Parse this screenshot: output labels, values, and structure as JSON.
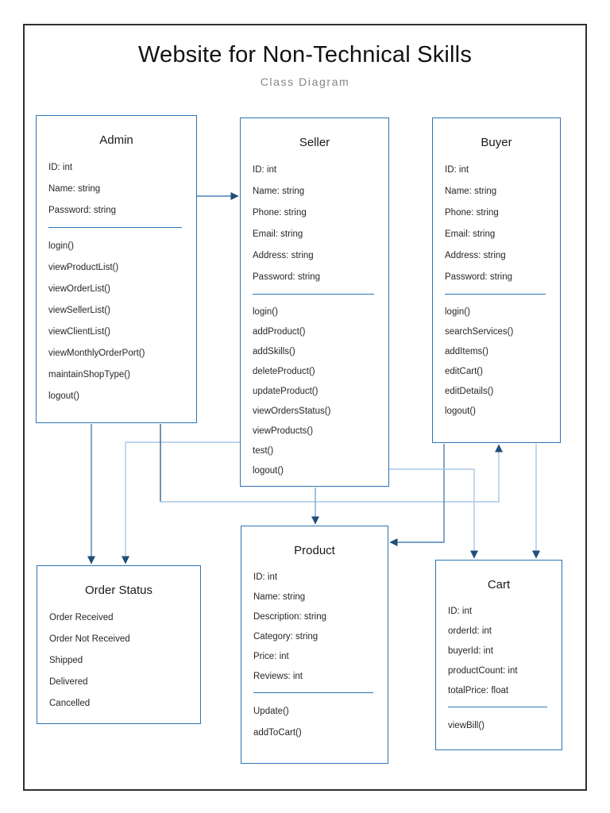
{
  "page": {
    "title": "Website for Non-Technical Skills",
    "subtitle": "Class Diagram"
  },
  "classes": {
    "admin": {
      "title": "Admin",
      "attributes": [
        "ID: int",
        "Name: string",
        "Password: string"
      ],
      "methods": [
        "login()",
        "viewProductList()",
        "viewOrderList()",
        "viewSellerList()",
        "viewClientList()",
        "viewMonthlyOrderPort()",
        "maintainShopType()",
        "logout()"
      ]
    },
    "seller": {
      "title": "Seller",
      "attributes": [
        "ID: int",
        "Name: string",
        "Phone: string",
        "Email: string",
        "Address: string",
        "Password: string"
      ],
      "methods": [
        "login()",
        "addProduct()",
        "addSkills()",
        "deleteProduct()",
        "updateProduct()",
        "viewOrdersStatus()",
        "viewProducts()",
        "test()",
        "logout()"
      ]
    },
    "buyer": {
      "title": "Buyer",
      "attributes": [
        "ID: int",
        "Name: string",
        "Phone: string",
        "Email: string",
        "Address: string",
        "Password: string"
      ],
      "methods": [
        "login()",
        "searchServices()",
        "addItems()",
        "editCart()",
        "editDetails()",
        "logout()"
      ]
    },
    "order_status": {
      "title": "Order Status",
      "values": [
        "Order Received",
        "Order Not Received",
        "Shipped",
        "Delivered",
        "Cancelled"
      ]
    },
    "product": {
      "title": "Product",
      "attributes": [
        "ID: int",
        "Name: string",
        "Description: string",
        "Category: string",
        "Price: int",
        "Reviews: int"
      ],
      "methods": [
        "Update()",
        "addToCart()"
      ]
    },
    "cart": {
      "title": "Cart",
      "attributes": [
        "ID: int",
        "orderId: int",
        "buyerId: int",
        "productCount: int",
        "totalPrice: float"
      ],
      "methods": [
        "viewBill()"
      ]
    }
  },
  "connectors": [
    {
      "from": "Admin",
      "to": "Seller"
    },
    {
      "from": "Admin",
      "to": "Order Status"
    },
    {
      "from": "Seller",
      "to": "Order Status"
    },
    {
      "from": "Admin",
      "to": "Buyer"
    },
    {
      "from": "Seller",
      "to": "Product"
    },
    {
      "from": "Buyer",
      "to": "Product"
    },
    {
      "from": "Seller",
      "to": "Cart"
    },
    {
      "from": "Buyer",
      "to": "Cart"
    }
  ],
  "colors": {
    "box_border": "#2E75B6",
    "arrowhead": "#1F4E79",
    "line_light": "#A9C7E7",
    "line_medium": "#4E81B5",
    "line_medium_light": "#7BA7D0",
    "line_dark": "#32628F",
    "frame_border": "#2f2f2f",
    "subtitle_text": "#858585"
  }
}
